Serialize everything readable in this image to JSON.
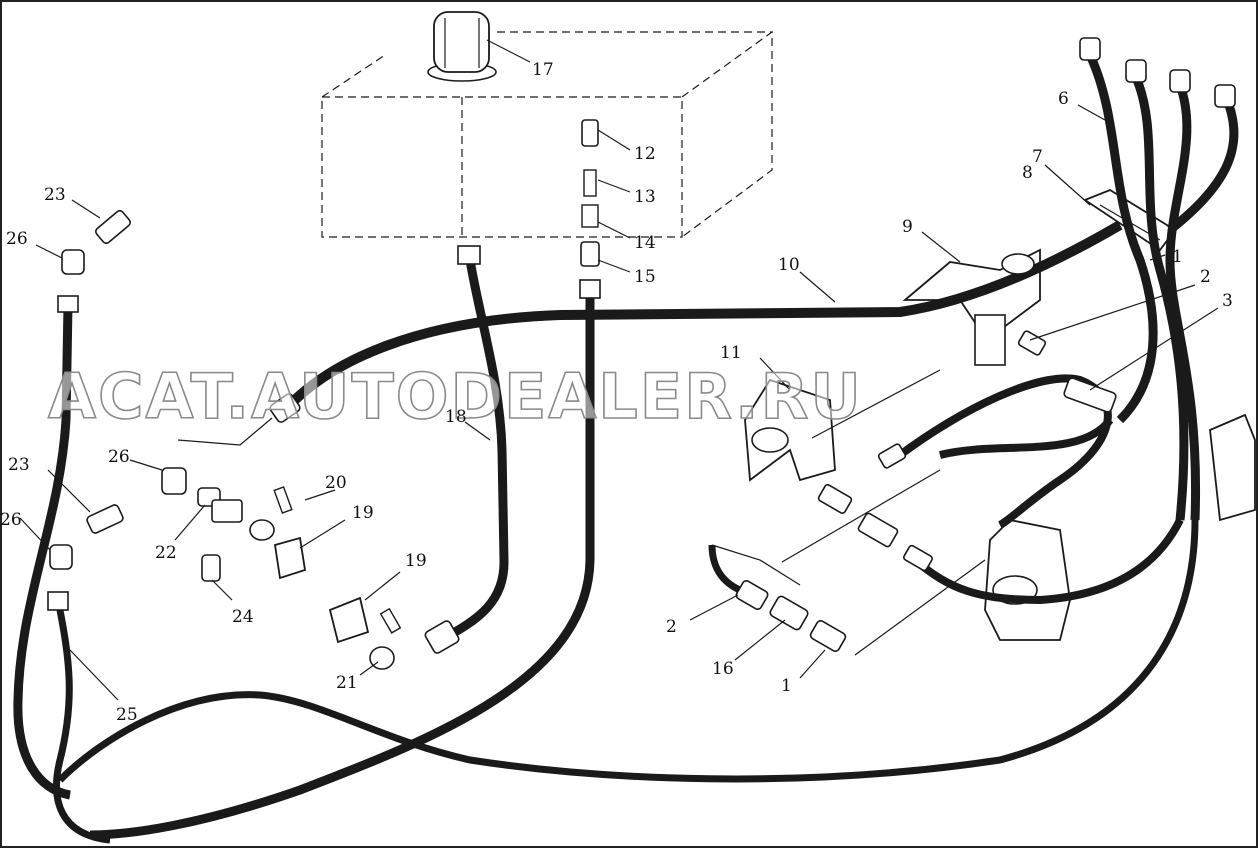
{
  "watermark": "ACAT.AUTODEALER.RU",
  "callouts": {
    "c1a": "1",
    "c2a": "2",
    "c3": "3",
    "c6": "6",
    "c7": "7",
    "c8": "8",
    "c9": "9",
    "c10": "10",
    "c11": "11",
    "c12": "12",
    "c13": "13",
    "c14": "14",
    "c15": "15",
    "c17": "17",
    "c18": "18",
    "c19a": "19",
    "c19b": "19",
    "c20": "20",
    "c21": "21",
    "c22": "22",
    "c23a": "23",
    "c23b": "23",
    "c24": "24",
    "c25": "25",
    "c26a": "26",
    "c26b": "26",
    "c26c": "26",
    "c2b": "2",
    "c16": "16",
    "c1b": "1"
  }
}
